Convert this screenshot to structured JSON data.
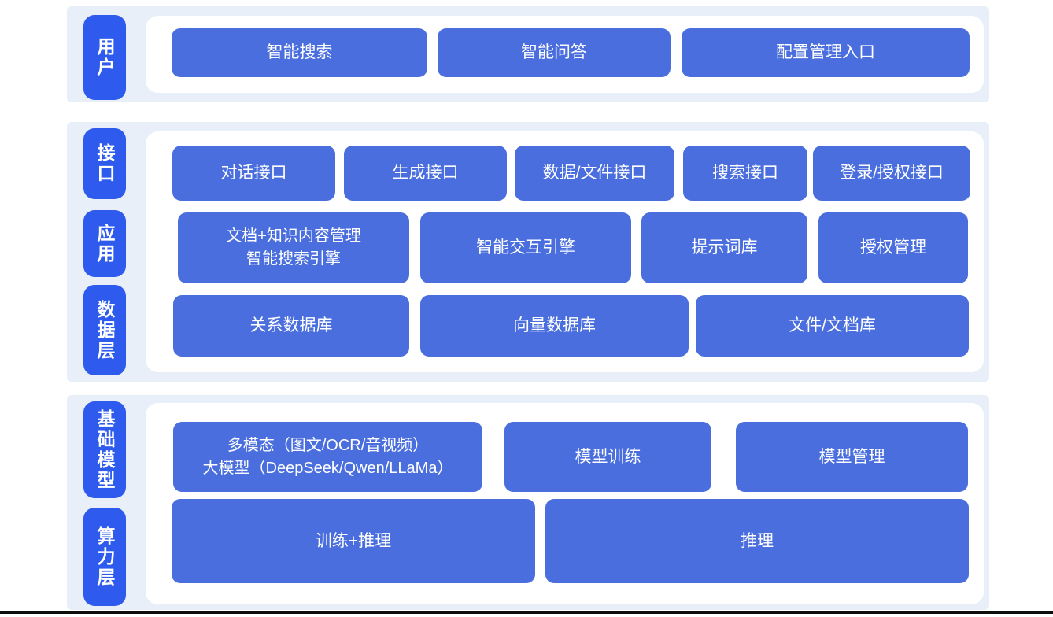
{
  "colors": {
    "band_bg": "#e9eff8",
    "label_bg": "#2e5bee",
    "button_bg": "#4a6edd",
    "button_text": "#ffffff",
    "bottom_rule": "#0d0d0d"
  },
  "user_layer": {
    "label": "用户",
    "buttons": [
      "智能搜索",
      "智能问答",
      "配置管理入口"
    ]
  },
  "middle_layers": {
    "labels": [
      "接口",
      "应用",
      "数据层"
    ],
    "interface_row": [
      "对话接口",
      "生成接口",
      "数据/文件接口",
      "搜索接口",
      "登录/授权接口"
    ],
    "application_row": [
      "文档+知识内容管理\n智能搜索引擎",
      "智能交互引擎",
      "提示词库",
      "授权管理"
    ],
    "data_row": [
      "关系数据库",
      "向量数据库",
      "文件/文档库"
    ]
  },
  "foundation_layers": {
    "labels": [
      "基础模型",
      "算力层"
    ],
    "model_row": [
      "多模态（图文/OCR/音视频）\n大模型（DeepSeek/Qwen/LLaMa）",
      "模型训练",
      "模型管理"
    ],
    "compute_row": [
      "训练+推理",
      "推理"
    ]
  }
}
